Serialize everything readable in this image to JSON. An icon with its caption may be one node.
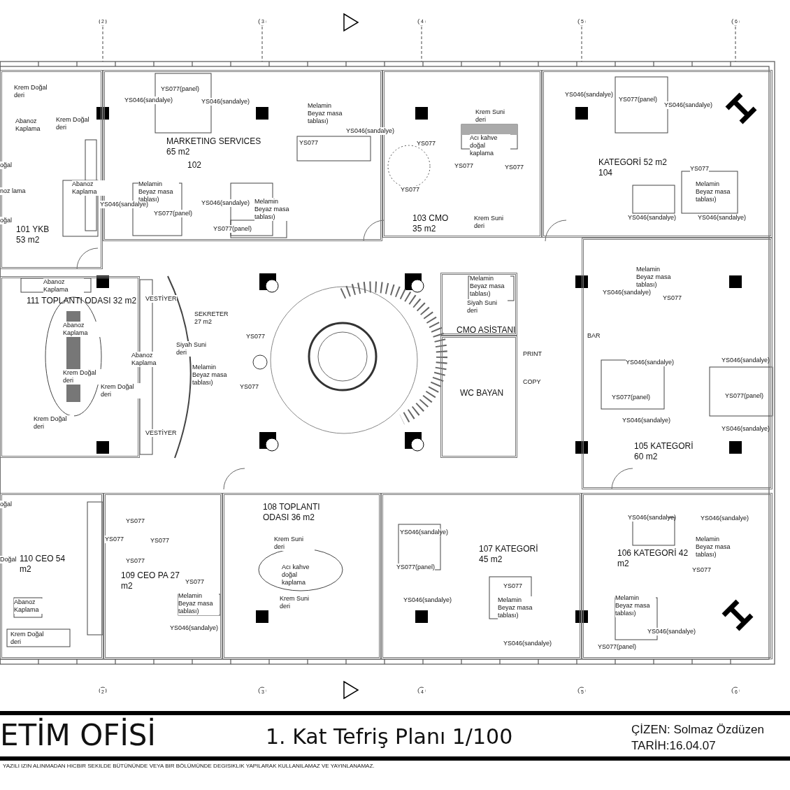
{
  "diagram": {
    "title": "1. Kat Tefriş Planı 1/100",
    "nodes": [
      {
        "text": [
          "101 YKB 53 m2"
        ]
      },
      {
        "text": [
          "MARKETING SERVICES 65 m2",
          "102"
        ]
      },
      {
        "text": [
          "103 CMO 35 m2"
        ]
      },
      {
        "text": [
          "KATEGORİ 52 m2 104"
        ]
      },
      {
        "text": [
          "111 TOPLANTI ODASI 32 m2"
        ]
      },
      {
        "text": [
          "CMO ASİSTANI"
        ]
      },
      {
        "text": [
          "WC BAYAN"
        ]
      },
      {
        "text": [
          "105 KATEGORİ 60 m2"
        ]
      },
      {
        "text": [
          "110 CEO 54 m2"
        ]
      },
      {
        "text": [
          "109 CEO PA 27 m2"
        ]
      },
      {
        "text": [
          "108 TOPLANTI ODASI 36 m2"
        ]
      },
      {
        "text": [
          "107 KATEGORİ 45 m2"
        ]
      },
      {
        "text": [
          "106 KATEGORİ 42 m2"
        ]
      }
    ],
    "labels": [
      "2",
      "3",
      "4",
      "5",
      "6",
      "Krem Doğal deri",
      "Abanoz Kaplama",
      "Krem Doğal deri",
      "oğal",
      "noz lama",
      "oğal",
      "Abanoz Kaplama",
      "YS077(panel)",
      "YS046(sandalye)",
      "YS046(sandalye)",
      "Melamin Beyaz masa tablası)",
      "YS046(sandalye)",
      "YS077(panel)",
      "YS046(sandalye)",
      "Melamin Beyaz masa tablası)",
      "YS077(panel)",
      "Melamin Beyaz masa tablası)",
      "YS046(sandalye)",
      "YS077",
      "Krem Suni deri",
      "Acı kahve doğal kaplama",
      "YS077",
      "YS077",
      "YS077",
      "YS077",
      "Krem Suni deri",
      "YS046(sandalye)",
      "YS077(panel)",
      "YS046(sandalye)",
      "YS077",
      "Melamin Beyaz masa tablası)",
      "YS046(sandalye)",
      "YS046(sandalye)",
      "Abanoz Kaplama",
      "Abanoz Kaplama",
      "Krem Doğal deri",
      "Krem Doğal deri",
      "Krem Doğal deri",
      "VESTİYER",
      "Abanoz Kaplama",
      "VESTİYER",
      "SEKRETER 27 m2",
      "Siyah Suni deri",
      "Melamin Beyaz masa tablası)",
      "YS077",
      "YS077",
      "Melamin Beyaz masa tablası)",
      "Siyah Suni deri",
      "PRINT",
      "COPY",
      "BAR",
      "Melamin Beyaz masa tablası)",
      "YS046(sandalye)",
      "YS077",
      "YS046(sandalye)",
      "YS077(panel)",
      "YS046(sandalye)",
      "YS046(sandalye)",
      "YS077(panel)",
      "YS046(sandalye)",
      "oğal",
      "Doğal",
      "Abanoz Kaplama",
      "Krem Doğal deri",
      "YS077",
      "YS077",
      "YS077",
      "YS077",
      "YS077",
      "Melamin Beyaz masa tablası)",
      "YS046(sandalye)",
      "Krem Suni deri",
      "Acı kahve doğal kaplama",
      "Krem Suni deri",
      "YS046(sandalye)",
      "YS077(panel)",
      "YS046(sandalye)",
      "YS077",
      "Melamin Beyaz masa tablası)",
      "YS046(sandalye)",
      "YS046(sandalye)",
      "YS046(sandalye)",
      "Melamin Beyaz masa tablası)",
      "YS077",
      "Melamin Beyaz masa tablası)",
      "YS046(sandalye)",
      "YS077(panel)",
      "2",
      "3",
      "4",
      "5",
      "6",
      "ETİM OFİSİ",
      "ÇİZEN: Solmaz Özdüzen",
      "TARİH:16.04.07",
      "YAZILI IZIN ALINMADAN HICBIR SEKILDE BÜTÜNÜNDE VEYA BIR BÖLÜMÜNDE DEGISIKLIK YAPILARAK KULLANILAMAZ VE YAYINLANAMAZ."
    ]
  }
}
